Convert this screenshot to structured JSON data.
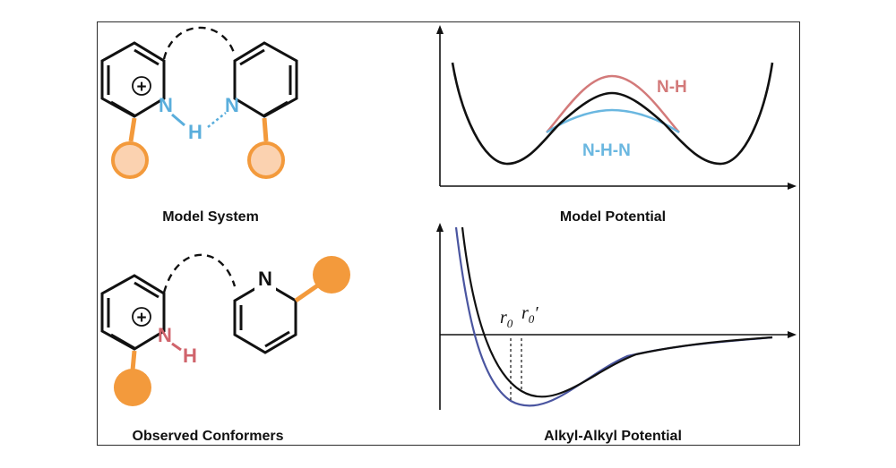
{
  "captions": {
    "model_system": "Model System",
    "model_potential": "Model Potential",
    "observed_conformers": "Observed Conformers",
    "alkyl_potential": "Alkyl-Alkyl Potential"
  },
  "atoms": {
    "plus": "+",
    "n_left": "N",
    "n_right": "N",
    "h_shared": "H",
    "n_protonated": "N",
    "h_bound": "H",
    "n_free": "N"
  },
  "model_potential_labels": {
    "nh": "N-H",
    "nhn": "N-H-N"
  },
  "alkyl_potential_labels": {
    "r0": "r",
    "r0_sub": "0",
    "r0p": "r",
    "r0p_sub": "0",
    "r0p_prime": "′"
  },
  "colors": {
    "blue_atom": "#5aaedc",
    "red_atom": "#d0646c",
    "orange": "#f39a3c",
    "orange_light": "#fbd2b0",
    "curve_black": "#111111",
    "curve_red": "#d37a7a",
    "curve_blue": "#6ab7e0",
    "curve_navy": "#4a55a0"
  },
  "icons": {
    "pyridine": "pyridine-ring-icon",
    "alkyl": "alkyl-substituent-icon",
    "tether": "dashed-tether-icon"
  }
}
